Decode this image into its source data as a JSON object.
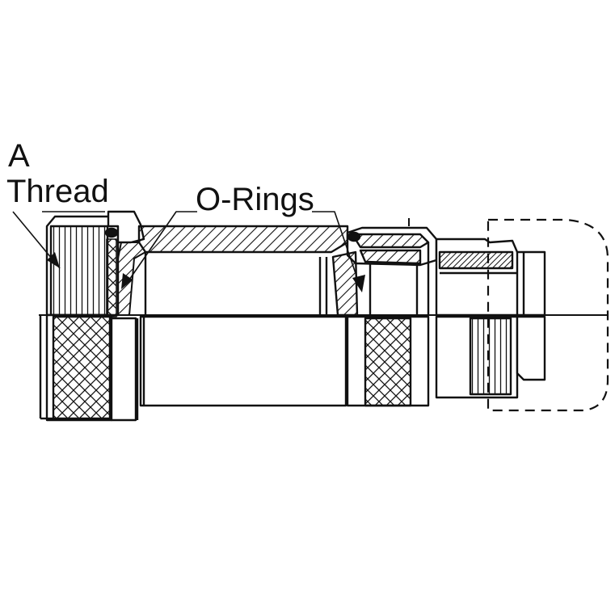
{
  "labels": {
    "thread_line1": "A",
    "thread_line2": "Thread",
    "orings": "O-Rings"
  },
  "colors": {
    "ink": "#111111",
    "paper": "#ffffff"
  }
}
